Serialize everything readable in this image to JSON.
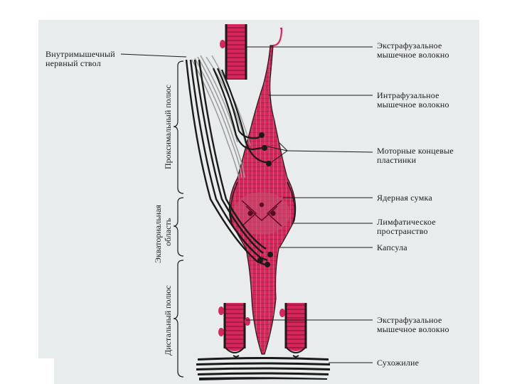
{
  "labels": {
    "extrafusal_top_1": "Экстрафузальное",
    "extrafusal_top_2": "мышечное волокно",
    "nerve_trunk_1": "Внутримышечный",
    "nerve_trunk_2": "нервный ствол",
    "intrafusal_1": "Интрафузальное",
    "intrafusal_2": "мышечное волокно",
    "motor_plates_1": "Моторные концевые",
    "motor_plates_2": "пластинки",
    "nuclear_bag": "Ядерная сумка",
    "lymph_1": "Лимфатическое",
    "lymph_2": "пространство",
    "capsule": "Капсула",
    "extrafusal_bottom_1": "Экстрафузальное",
    "extrafusal_bottom_2": "мышечное волокно",
    "tendon": "Сухожилие"
  },
  "regions": {
    "proximal_pole": "Проксимальный полюс",
    "equatorial_1": "Экваториальная",
    "equatorial_2": "область",
    "distal_pole": "Дистальный полюс"
  },
  "colors": {
    "fiber": "#d6265c",
    "fiber_dark": "#8a1233",
    "nerve": "#1a1a1a",
    "capsule_fill": "#c85070",
    "panel": "#e8ecec"
  }
}
